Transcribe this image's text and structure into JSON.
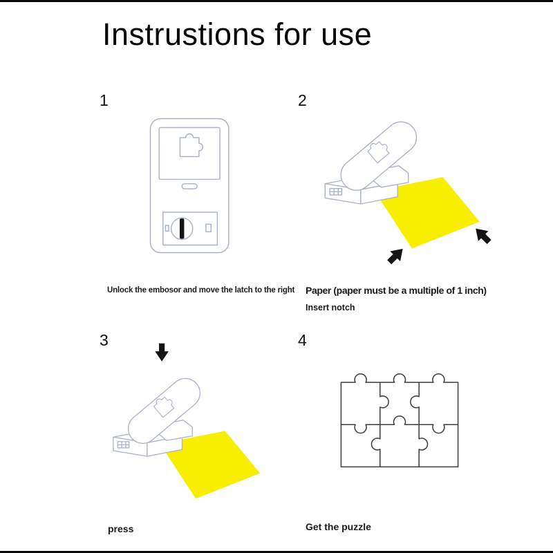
{
  "page": {
    "title": "Instrustions for use"
  },
  "steps": [
    {
      "number": "1",
      "caption": "Unlock the embosor and move the latch to the right",
      "illustration": "embosser-front-view-with-latch-dial"
    },
    {
      "number": "2",
      "caption": "Paper (paper must be a multiple of 1 inch)",
      "subcaption": "Insert notch",
      "illustration": "punch-open-with-yellow-paper-and-two-arrows"
    },
    {
      "number": "3",
      "caption": "press",
      "illustration": "punch-with-yellow-paper-and-down-arrow"
    },
    {
      "number": "4",
      "caption": "Get the puzzle",
      "illustration": "jigsaw-puzzle-grid-3x2"
    }
  ],
  "colors": {
    "paper_yellow": "#f7ee00",
    "line_art": "#a9b2c9",
    "puzzle_outline": "#3c3c3c",
    "arrow_black": "#151515"
  }
}
